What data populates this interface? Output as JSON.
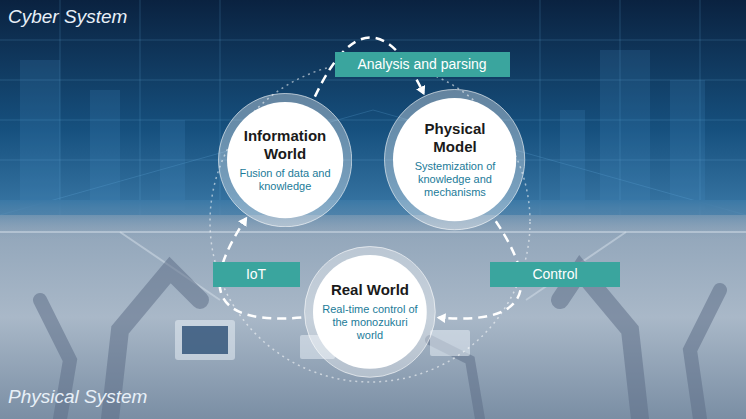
{
  "diagram": {
    "nodes": [
      {
        "text": [
          "Information World",
          "Fusion of data and knowledge"
        ]
      },
      {
        "text": [
          "Physical Model",
          "Systemization of knowledge and mechanisms"
        ]
      },
      {
        "text": [
          "Real World",
          "Real-time control of the monozukuri world"
        ]
      }
    ],
    "edges": [
      {
        "from": 0,
        "to": 1,
        "arrow": "to",
        "label": "Analysis and parsing"
      },
      {
        "from": 1,
        "to": 2,
        "arrow": "to",
        "label": "Control"
      },
      {
        "from": 2,
        "to": 0,
        "arrow": "to",
        "label": "IoT"
      }
    ],
    "labels": [
      "Cyber System",
      "Physical System"
    ]
  }
}
